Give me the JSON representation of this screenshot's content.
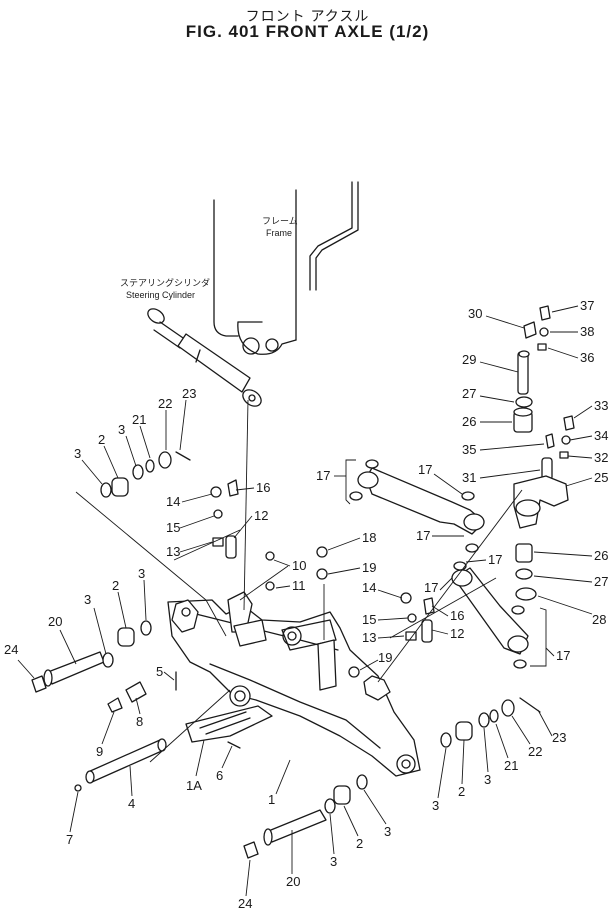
{
  "header": {
    "japanese_title": "フロント アクスル",
    "title": "FIG. 401  FRONT AXLE (1/2)"
  },
  "labels": {
    "frame_jp": "フレーム",
    "frame_en": "Frame",
    "cylinder_jp": "ステアリングシリンダ",
    "cylinder_en": "Steering Cylinder"
  },
  "callouts": [
    "1",
    "1A",
    "2",
    "3",
    "4",
    "5",
    "6",
    "7",
    "8",
    "9",
    "10",
    "11",
    "12",
    "13",
    "14",
    "15",
    "16",
    "17",
    "18",
    "19",
    "20",
    "21",
    "22",
    "23",
    "24",
    "25",
    "26",
    "27",
    "28",
    "29",
    "30",
    "31",
    "32",
    "33",
    "34",
    "35",
    "36",
    "37",
    "38"
  ]
}
